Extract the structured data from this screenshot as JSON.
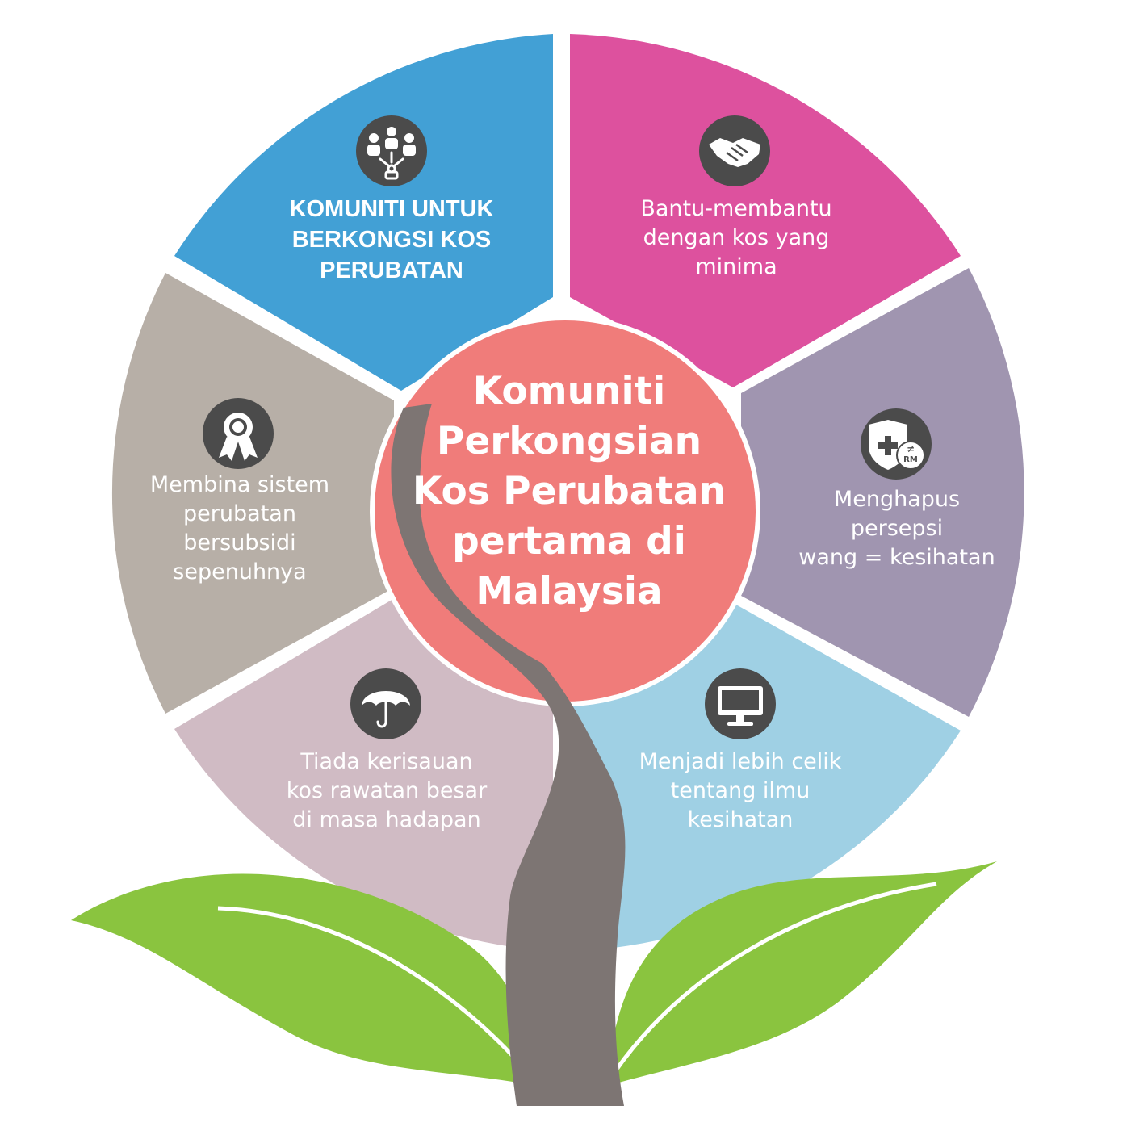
{
  "center": {
    "lines": [
      "Komuniti",
      "Perkongsian",
      "Kos Perubatan",
      "pertama di",
      "Malaysia"
    ],
    "color": "#F07C7A"
  },
  "segments": [
    {
      "id": "top-left",
      "icon": "community-icon",
      "color": "#42A0D5",
      "lines": [
        "KOMUNITI UNTUK",
        "BERKONGSI KOS",
        "PERUBATAN"
      ]
    },
    {
      "id": "top-right",
      "icon": "handshake-icon",
      "color": "#DD519E",
      "lines": [
        "Bantu-membantu",
        "dengan kos yang",
        "minima"
      ]
    },
    {
      "id": "right",
      "icon": "health-not-equal-money-icon",
      "color": "#A095B0",
      "lines": [
        "Menghapus",
        "persepsi",
        "wang = kesihatan"
      ]
    },
    {
      "id": "bottom-right",
      "icon": "monitor-icon",
      "color": "#9FD0E4",
      "lines": [
        "Menjadi lebih celik",
        "tentang ilmu",
        "kesihatan"
      ]
    },
    {
      "id": "bottom-left",
      "icon": "umbrella-icon",
      "color": "#D0BBC4",
      "lines": [
        "Tiada kerisauan",
        "kos rawatan besar",
        "di masa hadapan"
      ]
    },
    {
      "id": "left",
      "icon": "award-ribbon-icon",
      "color": "#B7AFA7",
      "lines": [
        "Membina sistem",
        "perubatan",
        "bersubsidi",
        "sepenuhnya"
      ]
    }
  ],
  "icon_badge_color": "#4B4B4B",
  "icon_rm_label": "RM",
  "trunk_color": "#7D7573",
  "leaf_color": "#8AC43F"
}
